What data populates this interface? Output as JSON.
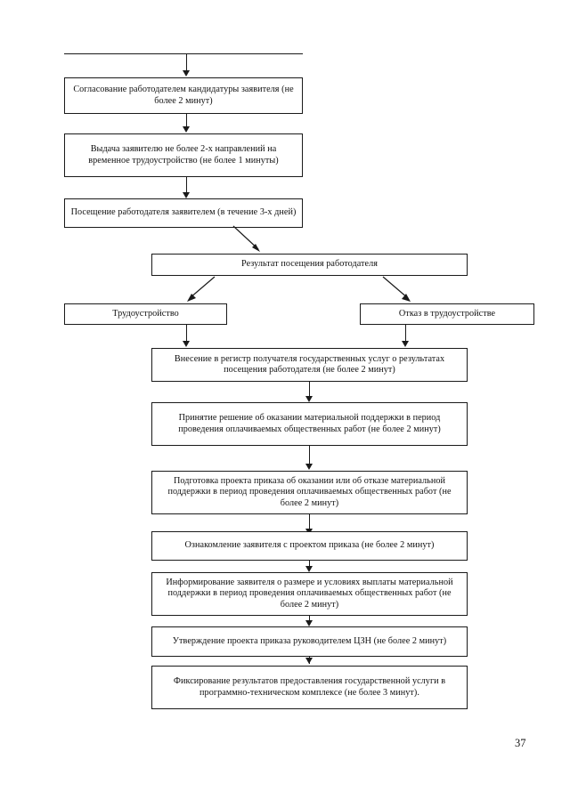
{
  "document": {
    "page_number": "37",
    "language": "ru",
    "type": "administrative-procedure-flowchart"
  },
  "flowchart": {
    "nodes": [
      {
        "id": "n1",
        "label": "Согласование работодателем кандидатуры заявителя (не более 2 минут)"
      },
      {
        "id": "n2",
        "label": "Выдача заявителю не более 2-х направлений на временное трудоустройство (не более 1 минуты)"
      },
      {
        "id": "n3",
        "label": "Посещение работодателя заявителем (в течение 3-х дней)"
      },
      {
        "id": "n4",
        "label": "Результат посещения работодателя"
      },
      {
        "id": "n5",
        "label": "Трудоустройство"
      },
      {
        "id": "n6",
        "label": "Отказ в трудоустройстве"
      },
      {
        "id": "n7",
        "label": "Внесение в регистр получателя государственных услуг о результатах посещения работодателя (не более 2 минут)"
      },
      {
        "id": "n8",
        "label": "Принятие решение об оказании материальной поддержки в период проведения оплачиваемых общественных работ (не более 2 минут)"
      },
      {
        "id": "n9",
        "label": "Подготовка проекта приказа об оказании или об отказе материальной поддержки в период проведения оплачиваемых общественных работ (не более 2 минут)"
      },
      {
        "id": "n10",
        "label": "Ознакомление заявителя с проектом приказа (не более 2 минут)"
      },
      {
        "id": "n11",
        "label": "Информирование заявителя о размере и условиях выплаты материальной поддержки в период проведения оплачиваемых общественных работ (не более 2 минут)"
      },
      {
        "id": "n12",
        "label": "Утверждение проекта приказа руководителем ЦЗН (не более 2 минут)"
      },
      {
        "id": "n13",
        "label": "Фиксирование результатов предоставления государственной услуги в программно-техническом комплексе (не более 3 минут)."
      }
    ]
  }
}
